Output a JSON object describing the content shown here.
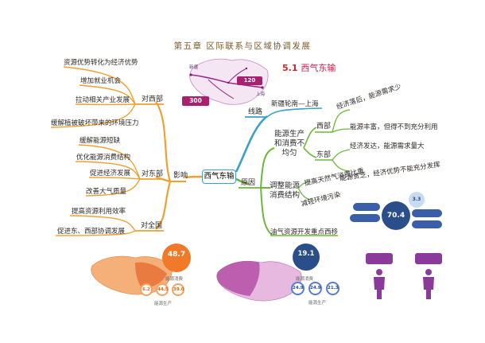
{
  "chapter_title": "第五章 区际联系与区域协调发展",
  "section": {
    "number": "5.1",
    "title": "西气东输"
  },
  "center": "西气东输",
  "impact": {
    "label": "影响",
    "west": {
      "label": "对西部",
      "items": [
        "资源优势转化为经济优势",
        "增加就业机会",
        "拉动相关产业发展",
        "缓解植被破坏带来的环境压力"
      ]
    },
    "east": {
      "label": "对东部",
      "items": [
        "缓解能源短缺",
        "优化能源消费结构",
        "促进经济发展",
        "改善大气质量"
      ]
    },
    "whole": {
      "label": "对全国",
      "items": [
        "提高资源利用效率",
        "促进东、西部协调发展"
      ]
    }
  },
  "route": {
    "label": "线路",
    "item": "新疆轮南—上海"
  },
  "reasons": {
    "label": "原因",
    "production": {
      "label": "能源生产和消费不均匀",
      "west": {
        "label": "西部",
        "items": [
          "经济落后，能源需求少",
          "能源丰富，但得不到充分利用"
        ]
      },
      "east": {
        "label": "东部",
        "items": [
          "经济发达，能源需求量大",
          "能源贫乏，经济优势不能充分发挥"
        ]
      }
    },
    "structure": {
      "label": "调整能源消费结构",
      "items": [
        "提高天然气消费比重",
        "减轻环境污染"
      ]
    },
    "development": "油气资源开发重点西移"
  },
  "map": {
    "labels": [
      "新疆",
      "上海",
      "",
      "",
      "",
      "",
      ""
    ],
    "badges": [
      "120",
      "300"
    ],
    "badge_suffix": ""
  },
  "infographics": {
    "east_energy": {
      "caption1": "",
      "caption2": "",
      "bubble_main": "48.7",
      "bubble_main_sub": "",
      "consume_label": "能源消费",
      "produce_label": "能源生产",
      "values": [
        "6.2",
        "44.5",
        "39.0"
      ]
    },
    "west_energy": {
      "caption1": "",
      "caption2": "",
      "bubble_main": "19.1",
      "consume_label": "能源消费",
      "produce_label": "能源生产",
      "values": [
        "24.9",
        "24.9",
        "21.3"
      ],
      "top_values": [
        "",
        ""
      ]
    },
    "gas": {
      "caption": "",
      "bubble_main": "70.4",
      "top_value": "3.3",
      "tags": [
        "",
        "",
        "",
        ""
      ]
    },
    "purple": {
      "labels": [
        "",
        ""
      ]
    }
  },
  "colors": {
    "orange": "#f0a030",
    "green": "#6cb83a",
    "blue": "#3aa0c8",
    "purple": "#8a3a9a",
    "magenta": "#d21f6b"
  }
}
